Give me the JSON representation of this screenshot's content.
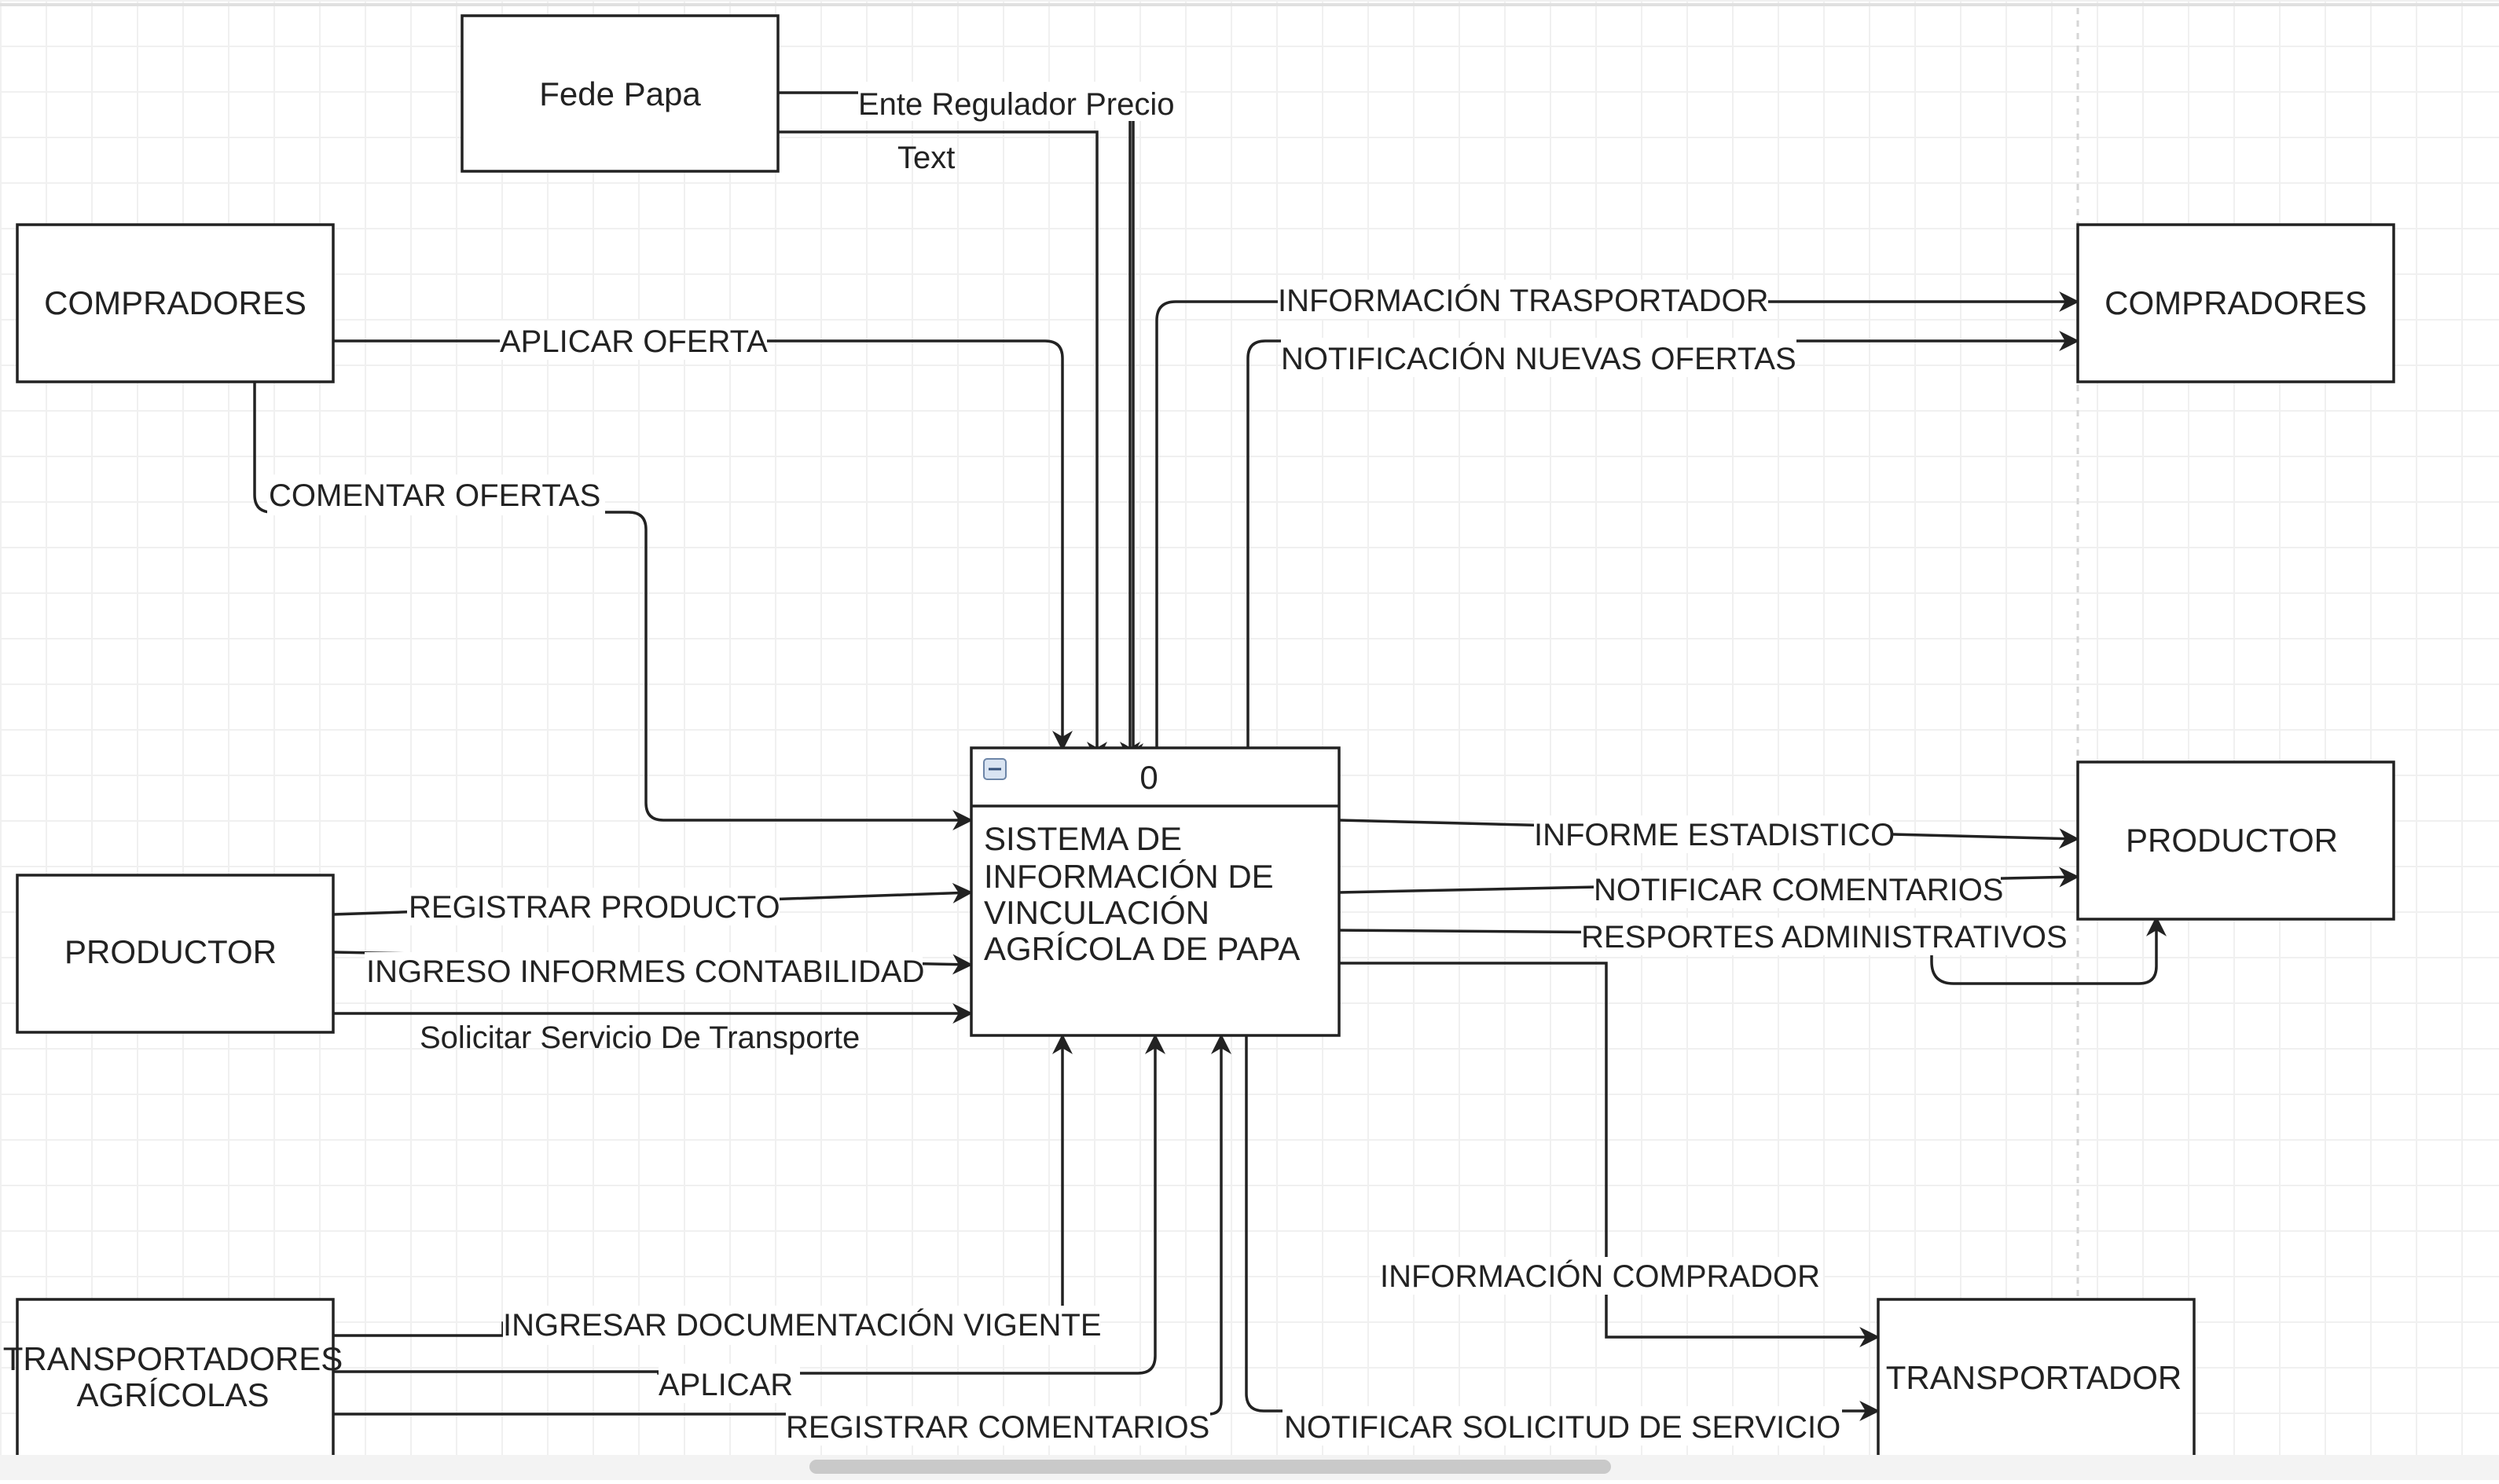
{
  "diagram": {
    "process": {
      "number": "0",
      "title_lines": [
        "SISTEMA DE",
        "INFORMACIÓN DE",
        "VINCULACIÓN",
        "AGRÍCOLA DE PAPA"
      ],
      "collapse_icon": "minus-square-icon"
    },
    "entities": {
      "fede_papa": "Fede Papa",
      "compradores_left": "COMPRADORES",
      "productor_left": "PRODUCTOR",
      "transportadores_line1": "TRANSPORTADORES",
      "transportadores_line2": "AGRÍCOLAS",
      "compradores_right": "COMPRADORES",
      "productor_right": "PRODUCTOR",
      "transportador_right": "TRANSPORTADOR"
    },
    "flows": {
      "ente_regulador": "Ente Regulador Precio",
      "text": "Text",
      "aplicar_oferta": "APLICAR OFERTA",
      "comentar_ofertas": "COMENTAR OFERTAS",
      "info_trasportador": "INFORMACIÓN TRASPORTADOR",
      "notif_nuevas_ofertas": "NOTIFICACIÓN NUEVAS OFERTAS",
      "registrar_producto": "REGISTRAR PRODUCTO",
      "ingreso_informes": "INGRESO INFORMES CONTABILIDAD",
      "solicitar_servicio": "Solicitar Servicio De Transporte",
      "informe_estadistico": "INFORME ESTADISTICO",
      "notificar_comentarios": "NOTIFICAR COMENTARIOS",
      "resportes_admin": "RESPORTES ADMINISTRATIVOS",
      "info_comprador": "INFORMACIÓN COMPRADOR",
      "ingresar_documentacion": "INGRESAR DOCUMENTACIÓN VIGENTE",
      "aplicar": "APLICAR",
      "registrar_comentarios": "REGISTRAR COMENTARIOS",
      "notificar_solicitud": "NOTIFICAR SOLICITUD DE SERVICIO"
    }
  }
}
